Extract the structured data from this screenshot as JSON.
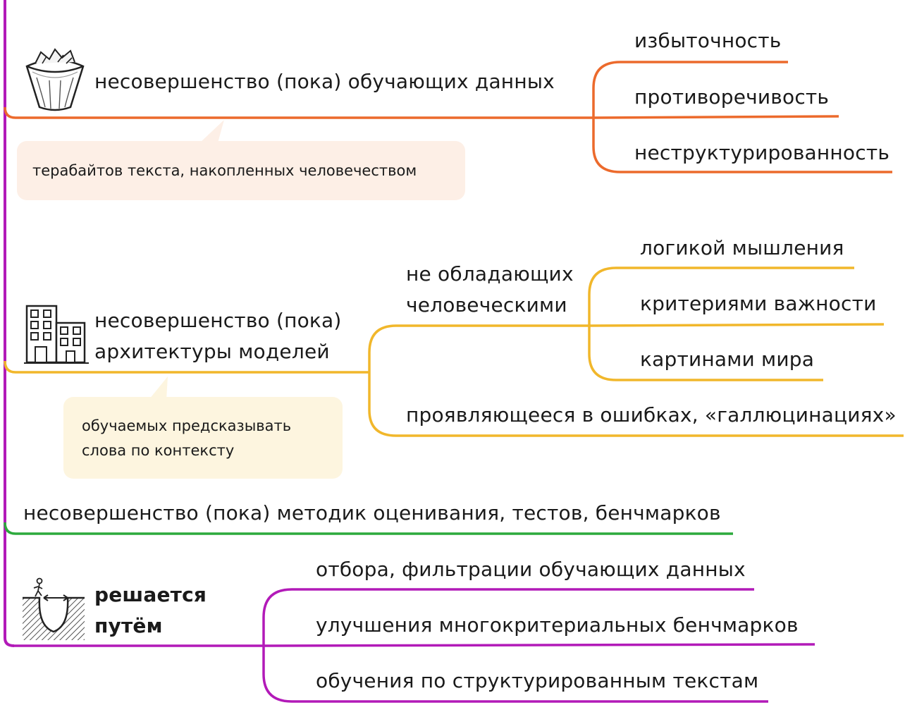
{
  "colors": {
    "trunk": "#b21ab8",
    "orange": "#ec6a2c",
    "yellow": "#f1b72b",
    "green": "#2caa3c",
    "purple": "#b21ab8",
    "note_orange": "#fdefe6",
    "note_yellow": "#fdf5df"
  },
  "icons": [
    "wastebasket-icon",
    "office-building-icon",
    "cliff-jump-icon"
  ],
  "branches": {
    "data": {
      "label": "несовершенство (пока) обучающих данных",
      "note": "терабайтов текста, накопленных человечеством",
      "children": [
        "избыточность",
        "противоречивость",
        "неструктурированность"
      ]
    },
    "architecture": {
      "label_line1": "несовершенство (пока)",
      "label_line2": "архитектуры моделей",
      "note_line1": "обучаемых предсказывать",
      "note_line2": "слова по контексту",
      "sub": {
        "label_line1": "не обладающих",
        "label_line2": "человеческими",
        "children": [
          "логикой мышления",
          "критериями важности",
          "картинами мира"
        ]
      },
      "child": "проявляющееся в ошибках, «галлюцинациях»"
    },
    "evaluation": {
      "label": "несовершенство (пока) методик оценивания, тестов, бенчмарков"
    },
    "solution": {
      "label_line1": "решается",
      "label_line2": "путём",
      "children": [
        "отбора, фильтрации обучающих данных",
        "улучшения многокритериальных бенчмарков",
        "обучения по структурированным текстам"
      ]
    }
  }
}
